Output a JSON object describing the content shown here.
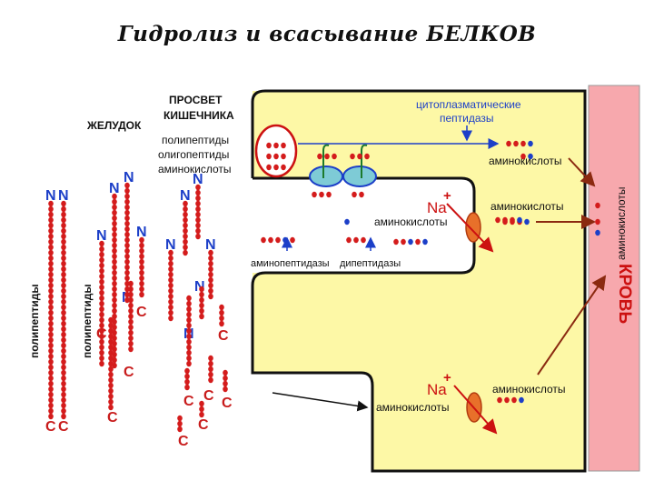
{
  "title": "Гидролиз и всасывание БЕЛКОВ",
  "labels": {
    "stomach": "ЖЕЛУДОК",
    "lumen": [
      "ПРОСВЕТ",
      "КИШЕЧНИКА"
    ],
    "lumen_contents": [
      "полипептиды",
      "олигопептиды",
      "аминокислоты"
    ],
    "polypeptides_vertical": "полипептиды",
    "cytoplasmic_peptidases": [
      "цитоплазматические",
      "пептидазы"
    ],
    "amino_acids": "аминокислоты",
    "aminopeptidases": "аминопептидазы",
    "dipeptidases": "дипептидазы",
    "sodium": "Na",
    "plus": "+",
    "blood": "КРОВЬ",
    "blood_amino_acids": "аминокислоты",
    "n_terminus": "N",
    "c_terminus": "C"
  },
  "colors": {
    "title": "#111111",
    "cell": "#fdf8a6",
    "blood": "#f7a8ad",
    "residue": "#d41c1c",
    "residue_alt": "#1c3fc8",
    "carrier": "#e8702a",
    "channel": "#7ecbd6",
    "arrow_red": "#cc1111",
    "arrow_brown": "#8b2a10",
    "terminus_n": "#1c3fc8",
    "terminus_c": "#c81c1c"
  }
}
